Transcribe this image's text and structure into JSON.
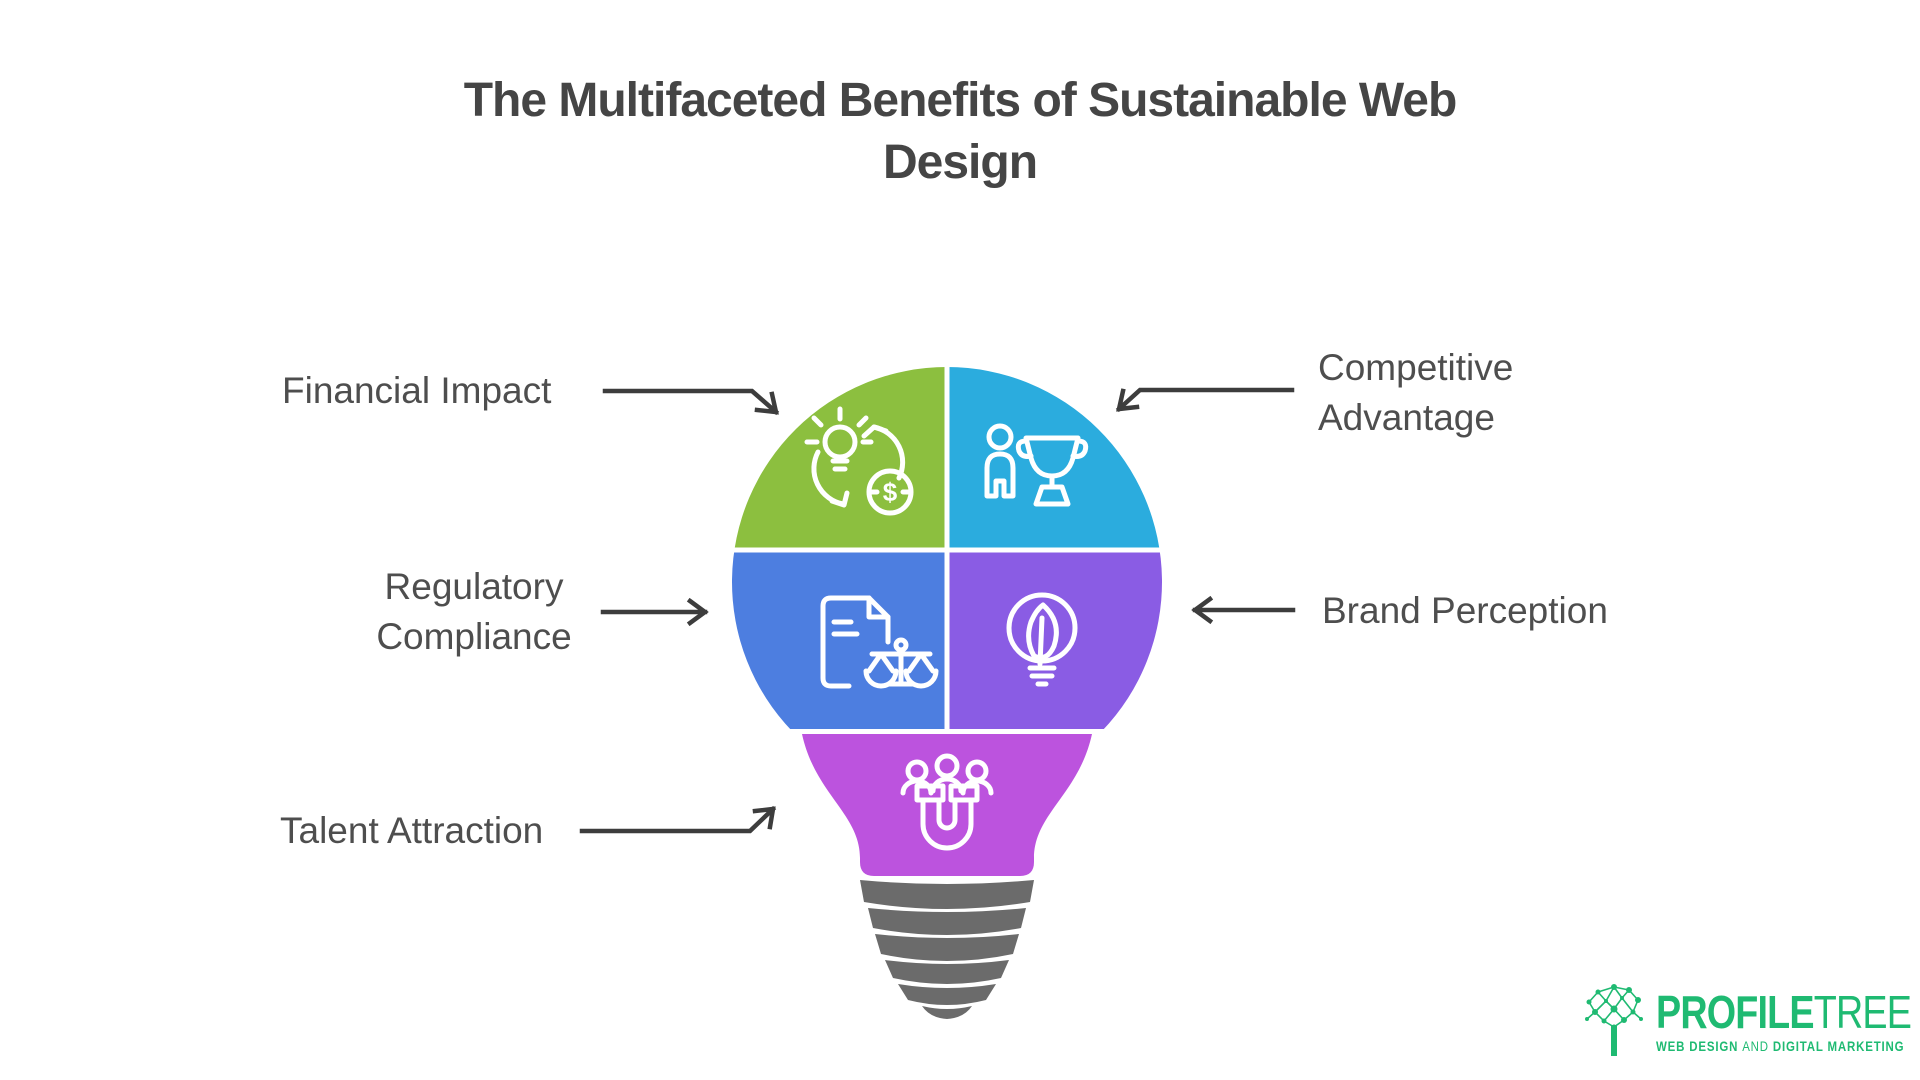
{
  "title": {
    "line1": "The Multifaceted Benefits of Sustainable Web",
    "line2": "Design"
  },
  "segments": {
    "financial_impact": {
      "label": "Financial Impact",
      "color": "#8CBF3F",
      "icon": "lightbulb-dollar-cycle-icon"
    },
    "competitive_advantage": {
      "label": "Competitive Advantage",
      "color": "#2BACDE",
      "icon": "person-trophy-icon"
    },
    "regulatory_compliance": {
      "label": "Regulatory Compliance",
      "color": "#4D7EE0",
      "icon": "document-scales-icon"
    },
    "brand_perception": {
      "label": "Brand Perception",
      "color": "#8A5CE4",
      "icon": "leaf-lightbulb-icon"
    },
    "talent_attraction": {
      "label": "Talent Attraction",
      "color": "#BC53DE",
      "icon": "magnet-people-icon"
    }
  },
  "bulb": {
    "base_color": "#6B6B6B",
    "icon_stroke": "#FFFFFF",
    "dollar_glyph": "$"
  },
  "connectors": {
    "color": "#3D3D3D"
  },
  "logo": {
    "brand_bold": "PROFILE",
    "brand_light": "TREE",
    "tagline_bold_1": "WEB DESIGN",
    "tagline_light": "AND",
    "tagline_bold_2": "DIGITAL MARKETING",
    "color": "#1FBA72"
  }
}
